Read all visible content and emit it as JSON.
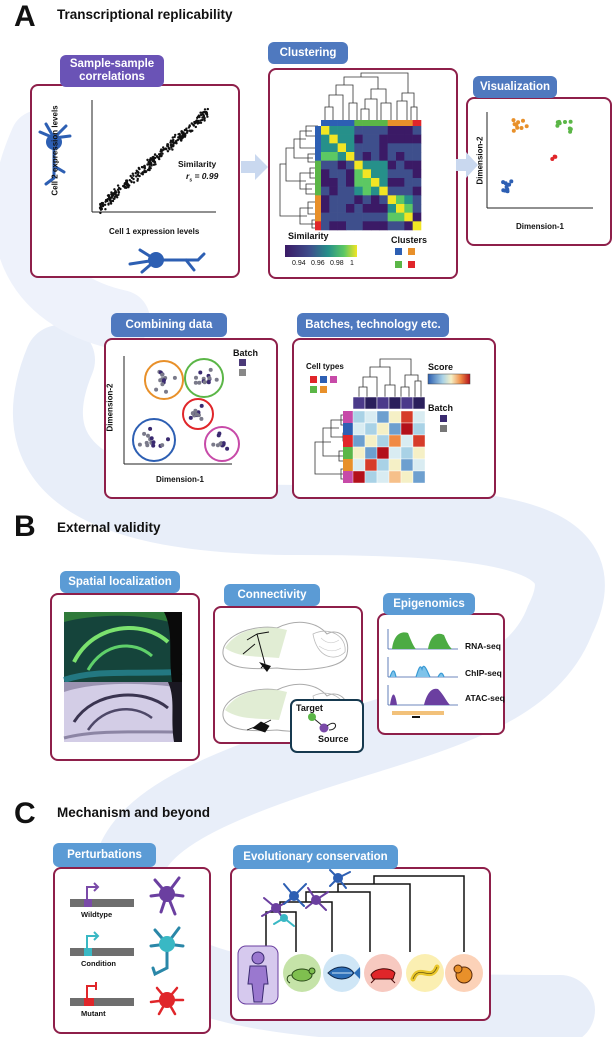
{
  "sections": {
    "a": {
      "letter": "A",
      "title": "Transcriptional replicability"
    },
    "b": {
      "letter": "B",
      "title": "External validity"
    },
    "c": {
      "letter": "C",
      "title": "Mechanism and beyond"
    }
  },
  "panels": {
    "correlations": {
      "tab": "Sample-sample correlations",
      "y_label": "Cell 2 expression levels",
      "x_label": "Cell 1 expression levels",
      "similarity_label": "Similarity",
      "rs_label": "r",
      "rs_sub": "s",
      "rs_value": "= 0.99"
    },
    "clustering": {
      "tab": "Clustering",
      "similarity_label": "Similarity",
      "clusters_label": "Clusters",
      "ticks": [
        "0.94",
        "0.96",
        "0.98",
        "1"
      ]
    },
    "visualization": {
      "tab": "Visualization",
      "x_label": "Dimension-1",
      "y_label": "Dimension-2"
    },
    "combining": {
      "tab": "Combining data",
      "batch_label": "Batch",
      "x_label": "Dimension-1",
      "y_label": "Dimension-2"
    },
    "batches": {
      "tab": "Batches, technology etc.",
      "cell_types_label": "Cell types",
      "score_label": "Score",
      "batch_label": "Batch"
    },
    "spatial": {
      "tab": "Spatial localization"
    },
    "connectivity": {
      "tab": "Connectivity",
      "target_label": "Target",
      "source_label": "Source"
    },
    "epigenomics": {
      "tab": "Epigenomics",
      "tracks": [
        "RNA-seq",
        "ChIP-seq",
        "ATAC-seq"
      ]
    },
    "perturbations": {
      "tab": "Perturbations",
      "conditions": [
        "Wildtype",
        "Condition",
        "Mutant"
      ]
    },
    "evolution": {
      "tab": "Evolutionary conservation"
    }
  },
  "colors": {
    "panel_border": "#8e1f4a",
    "tab_purple": "#6a53b6",
    "tab_blue": "#4f79bf",
    "tab_light_blue": "#5b9bd5",
    "cluster_blue": "#2d5fb3",
    "cluster_orange": "#e8902a",
    "cluster_green": "#5bb647",
    "cluster_red": "#e0262a"
  }
}
